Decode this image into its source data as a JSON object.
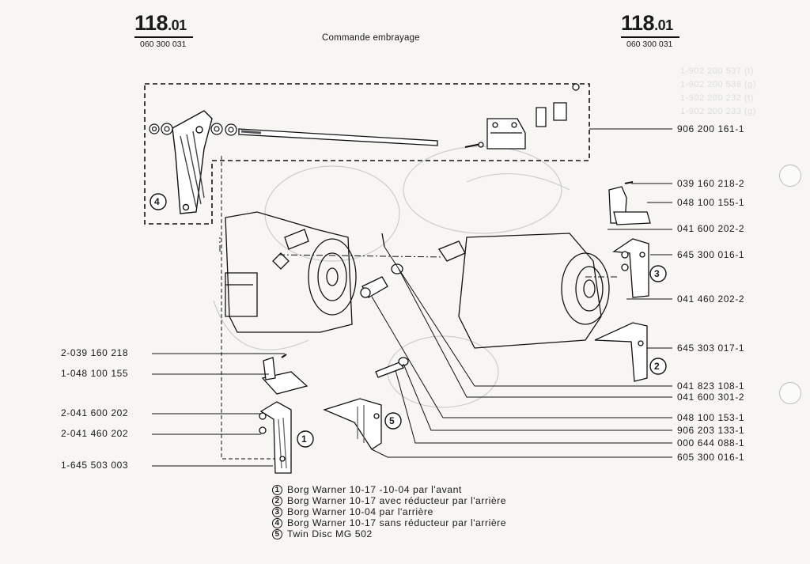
{
  "header": {
    "page_number_main": "118",
    "page_number_sub": ".01",
    "ref_code": "060 300 031",
    "title": "Commande embrayage"
  },
  "labels_left": [
    "2-039 160 218",
    "1-048 100 155",
    "2-041 600 202",
    "2-041 460 202",
    "1-645 503 003"
  ],
  "labels_right": [
    "906 200 161-1",
    "039 160 218-2",
    "048 100 155-1",
    "041 600 202-2",
    "645 300 016-1",
    "041 460 202-2",
    "645 303 017-1",
    "041 823 108-1",
    "041 600 301-2",
    "048 100 153-1",
    "906 203 133-1",
    "000 644 088-1",
    "605 300 016-1"
  ],
  "callouts": [
    "1",
    "2",
    "3",
    "4",
    "5"
  ],
  "legend": [
    {
      "num": "1",
      "text": "Borg Warner 10-17 -10-04 par l'avant"
    },
    {
      "num": "2",
      "text": "Borg Warner 10-17  avec réducteur par l'arrière"
    },
    {
      "num": "3",
      "text": "Borg Warner 10-04 par l'arrière"
    },
    {
      "num": "4",
      "text": "Borg Warner 10-17 sans réducteur par l'arrière"
    },
    {
      "num": "5",
      "text": "Twin Disc MG   502"
    }
  ]
}
